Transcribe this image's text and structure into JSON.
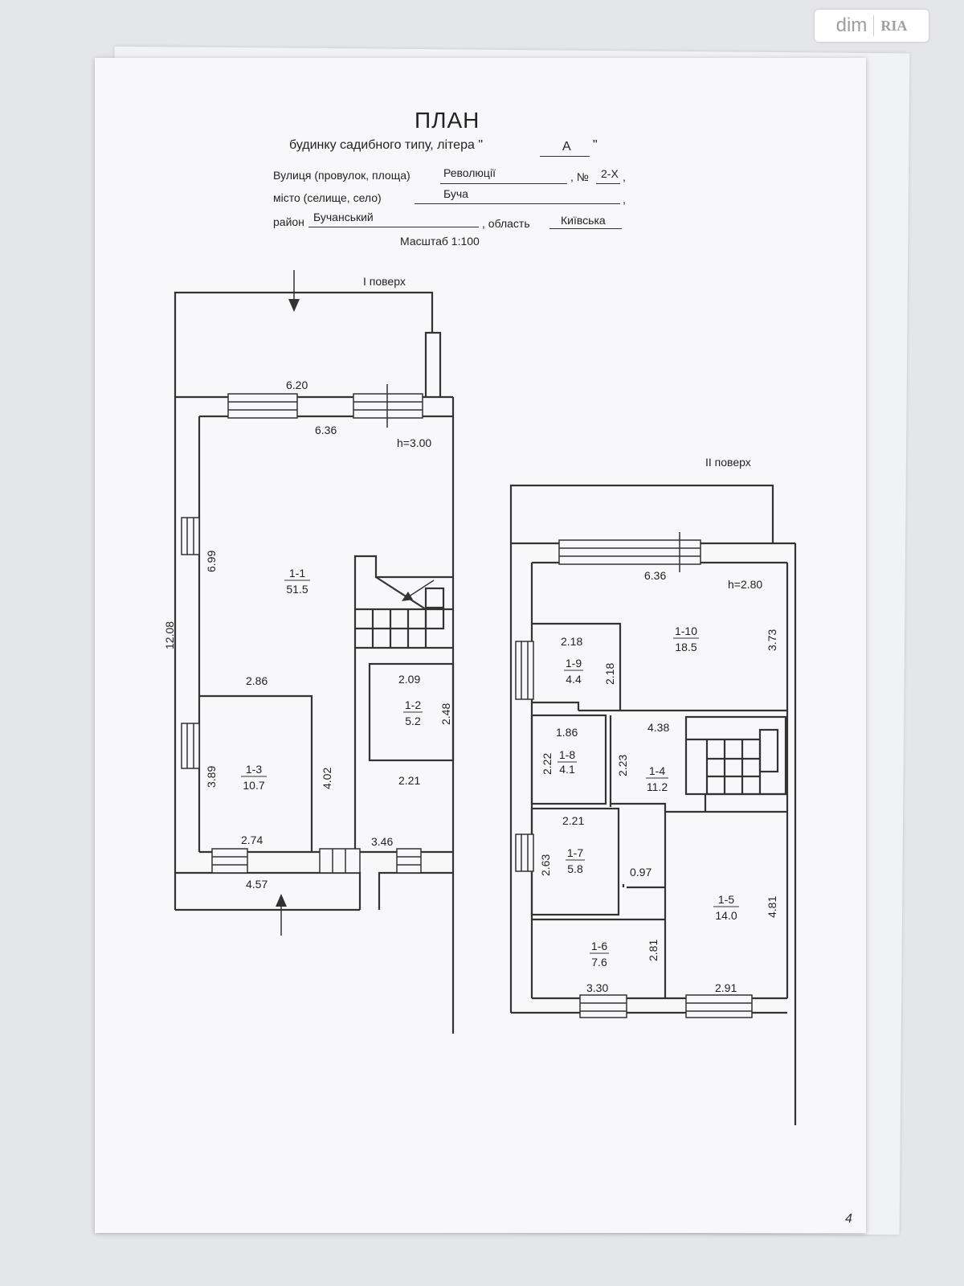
{
  "logo": {
    "name": "dim",
    "brand": "RIA"
  },
  "header": {
    "title": "ПЛАН",
    "subtitle_prefix": "будинку садибного типу, літера \"",
    "letter": "А",
    "subtitle_suffix": "\"",
    "street_label": "Вулиця (провулок, площа)",
    "street_value": "Революції",
    "number_label": ", №",
    "number_value": "2-Х",
    "city_label": "місто (селище, село)",
    "city_value": "Буча",
    "district_label": "район",
    "district_value": "Бучанський",
    "region_label": ", область",
    "region_value": "Київська",
    "scale": "Масштаб  1:100",
    "comma": ","
  },
  "floor1": {
    "label": "I поверх",
    "height": "h=3.00",
    "dims": {
      "outer_top": "6.20",
      "inner_top": "6.36",
      "left_wall": "6.99",
      "overall": "12.08",
      "r13_top": "2.86",
      "r13_left": "3.89",
      "r13_right": "4.02",
      "r13_bottom": "2.74",
      "r12_top": "2.09",
      "r12_right": "2.48",
      "hall": "2.21",
      "lower_mid": "3.46",
      "porch": "4.57"
    },
    "rooms": [
      {
        "id": "1-1",
        "area": "51.5"
      },
      {
        "id": "1-2",
        "area": "5.2"
      },
      {
        "id": "1-3",
        "area": "10.7"
      }
    ]
  },
  "floor2": {
    "label": "II поверх",
    "height": "h=2.80",
    "dims": {
      "top": "6.36",
      "r110_right": "3.73",
      "r19_top": "2.18",
      "r19_right": "2.18",
      "r18_top": "1.86",
      "r18_left": "2.22",
      "r14_top": "4.38",
      "r14_left": "2.23",
      "r17_top": "2.21",
      "r17_left": "2.63",
      "corr": "0.97",
      "r15_right": "4.81",
      "r15_bottom": "2.91",
      "r16_right": "2.81",
      "r16_bottom": "3.30"
    },
    "rooms": [
      {
        "id": "1-10",
        "area": "18.5"
      },
      {
        "id": "1-9",
        "area": "4.4"
      },
      {
        "id": "1-8",
        "area": "4.1"
      },
      {
        "id": "1-4",
        "area": "11.2"
      },
      {
        "id": "1-7",
        "area": "5.8"
      },
      {
        "id": "1-5",
        "area": "14.0"
      },
      {
        "id": "1-6",
        "area": "7.6"
      }
    ]
  },
  "page_number": "4"
}
